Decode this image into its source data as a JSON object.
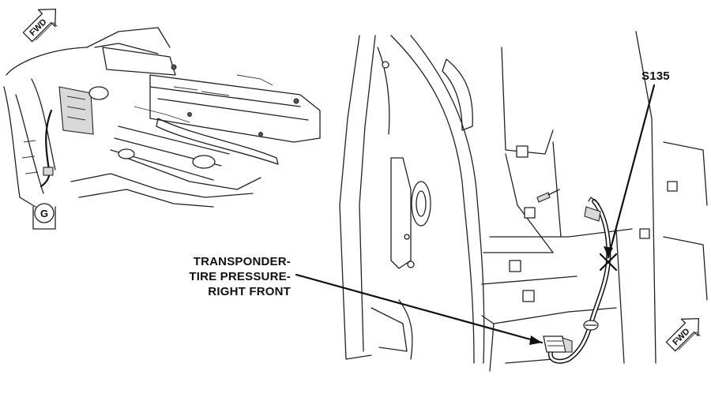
{
  "labels": {
    "splice": "S135",
    "transponder_line1": "TRANSPONDER-",
    "transponder_line2": "TIRE PRESSURE-",
    "transponder_line3": "RIGHT FRONT"
  },
  "arrows": {
    "fwd_label": "FWD"
  },
  "view": {
    "letter": "G"
  }
}
